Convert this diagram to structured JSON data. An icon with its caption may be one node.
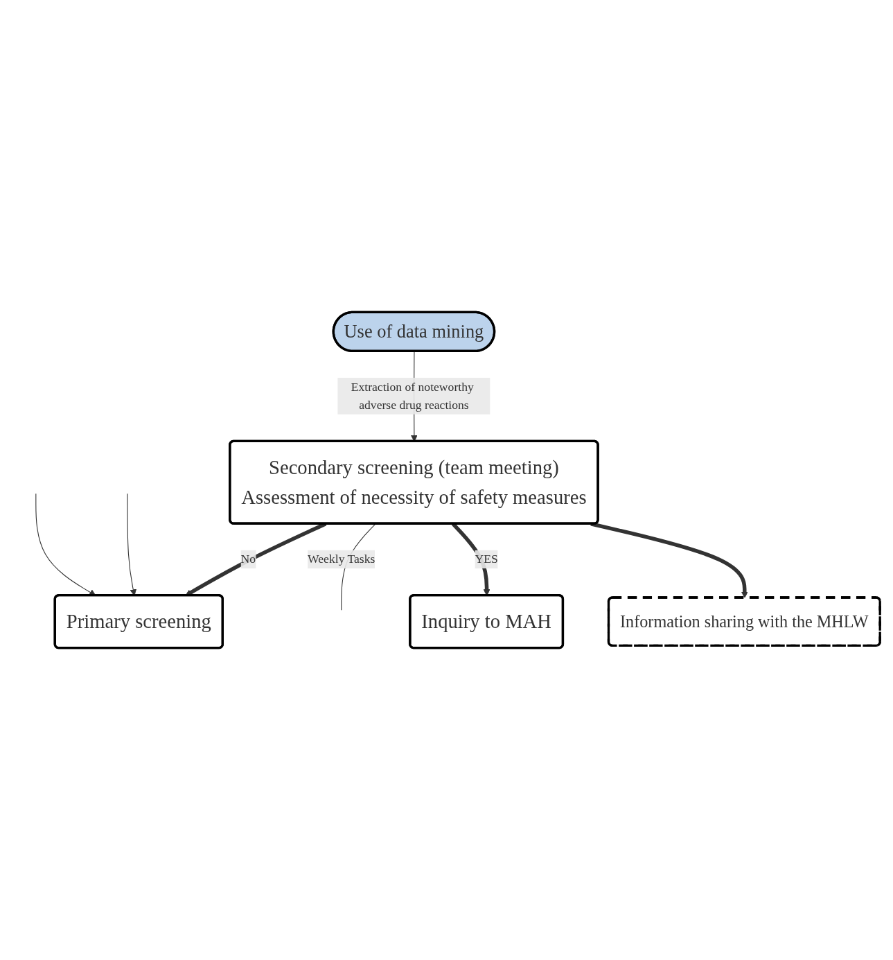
{
  "diagram": {
    "nodes": [
      {
        "text": [
          "Primary screening"
        ]
      },
      {
        "text": [
          "Use of data mining"
        ]
      },
      {
        "text": [
          "Secondary screening (team meeting)",
          "Assessment of necessity of safety measures"
        ]
      },
      {
        "text": [
          "Information sharing with the MHLW"
        ]
      },
      {
        "text": [
          "Inquiry to MAH"
        ]
      }
    ],
    "edges": [
      {
        "from": null,
        "to": 0,
        "arrow": "to"
      },
      {
        "from": null,
        "to": 0,
        "arrow": "to"
      },
      {
        "from": 2,
        "to": 0,
        "arrow": "to",
        "label": "No",
        "style": "thick"
      },
      {
        "from": 1,
        "to": 2,
        "arrow": "to",
        "label": "Extraction of noteworthy adverse drug reactions"
      },
      {
        "from": 2,
        "to": null,
        "arrow": "none",
        "label": "Weekly Tasks"
      },
      {
        "from": 2,
        "to": 4,
        "arrow": "to",
        "label": "YES",
        "style": "thick"
      },
      {
        "from": 2,
        "to": 3,
        "arrow": "to",
        "style": "thick"
      }
    ]
  }
}
